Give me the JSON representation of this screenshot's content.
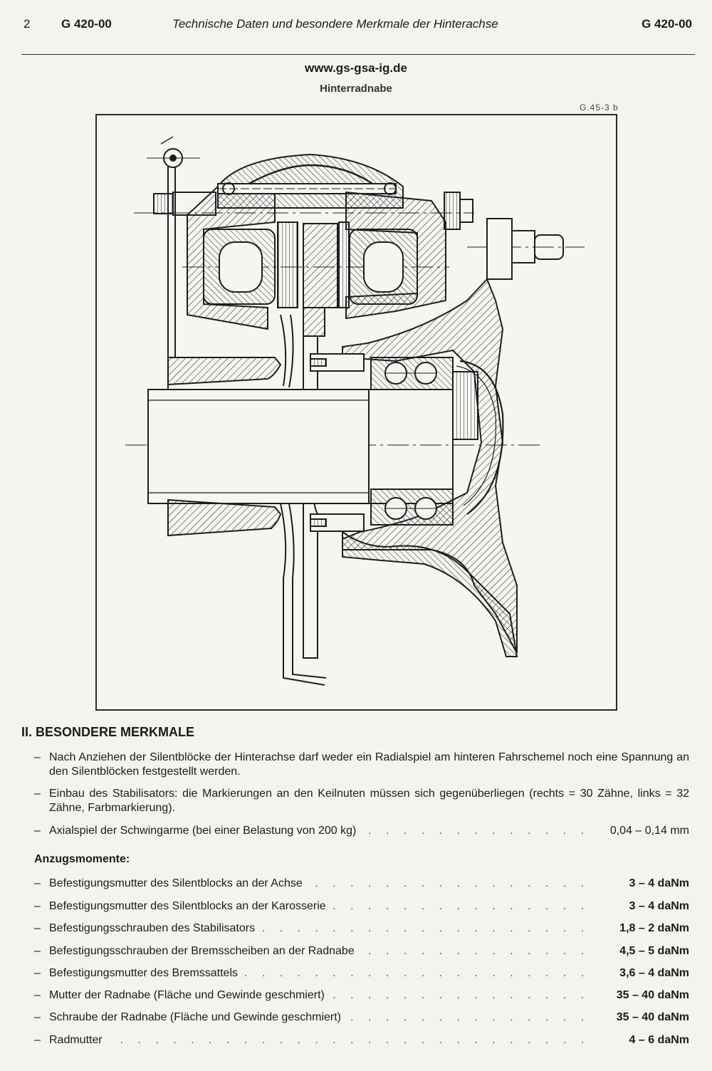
{
  "header": {
    "page_number": "2",
    "code_left": "G 420-00",
    "title": "Technische Daten und besondere Merkmale der Hinterachse",
    "code_right": "G 420-00"
  },
  "website": "www.gs-gsa-ig.de",
  "figure": {
    "title": "Hinterradnabe",
    "ref": "G.45-3 b"
  },
  "section": {
    "heading": "II. BESONDERE MERKMALE",
    "bullets": [
      "Nach Anziehen der Silentblöcke der Hinterachse darf weder ein Radialspiel am hinteren Fahrschemel noch eine Spannung an den Silentblöcken festgestellt werden.",
      "Einbau des Stabilisators: die Markierungen an den Keilnuten müssen sich gegenüberliegen (rechts = 30 Zähne, links = 32 Zähne, Farbmarkierung)."
    ],
    "axial": {
      "label": "Axialspiel der Schwingarme (bei einer Belastung von 200 kg)",
      "value": "0,04 – 0,14 mm"
    }
  },
  "torques": {
    "heading": "Anzugsmomente:",
    "items": [
      {
        "label": "Befestigungsmutter des Silentblocks an der Achse",
        "value": "3 –   4 daNm"
      },
      {
        "label": "Befestigungsmutter des Silentblocks an der Karosserie",
        "value": "3 –   4 daNm"
      },
      {
        "label": "Befestigungsschrauben des Stabilisators",
        "value": "1,8 –   2 daNm"
      },
      {
        "label": "Befestigungsschrauben der Bremsscheiben an der Radnabe",
        "value": "4,5 –   5 daNm"
      },
      {
        "label": "Befestigungsmutter des Bremssattels",
        "value": "3,6 –   4 daNm"
      },
      {
        "label": "Mutter der Radnabe (Fläche und Gewinde geschmiert)",
        "value": "35 – 40 daNm"
      },
      {
        "label": "Schraube der Radnabe (Fläche und Gewinde geschmiert)",
        "value": "35 – 40 daNm"
      },
      {
        "label": "Radmutter",
        "value": "4 –   6 daNm"
      }
    ]
  },
  "dash": "–"
}
